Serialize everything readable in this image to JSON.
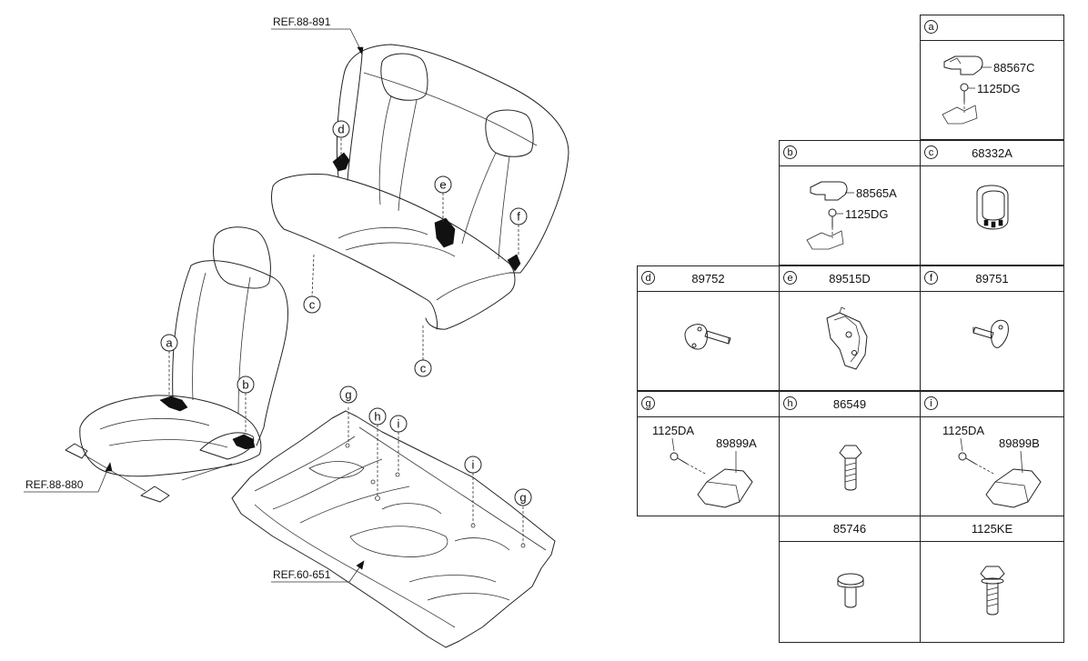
{
  "refs": {
    "r1": "REF.88-891",
    "r2": "REF.88-880",
    "r3": "REF.60-651"
  },
  "callouts": {
    "a": "a",
    "b": "b",
    "c": "c",
    "d": "d",
    "e": "e",
    "f": "f",
    "g": "g",
    "h": "h",
    "i": "i"
  },
  "table": {
    "a": {
      "letter": "a",
      "part": "",
      "labels": [
        "88567C",
        "1125DG"
      ]
    },
    "b": {
      "letter": "b",
      "part": "",
      "labels": [
        "88565A",
        "1125DG"
      ]
    },
    "c": {
      "letter": "c",
      "part": "68332A"
    },
    "d": {
      "letter": "d",
      "part": "89752"
    },
    "e": {
      "letter": "e",
      "part": "89515D"
    },
    "f": {
      "letter": "f",
      "part": "89751"
    },
    "g": {
      "letter": "g",
      "part": "",
      "labels": [
        "1125DA",
        "89899A"
      ]
    },
    "h": {
      "letter": "h",
      "part": "86549"
    },
    "i": {
      "letter": "i",
      "part": "",
      "labels": [
        "1125DA",
        "89899B"
      ]
    },
    "j": {
      "letter": "",
      "part": "85746"
    },
    "k": {
      "letter": "",
      "part": "1125KE"
    }
  }
}
